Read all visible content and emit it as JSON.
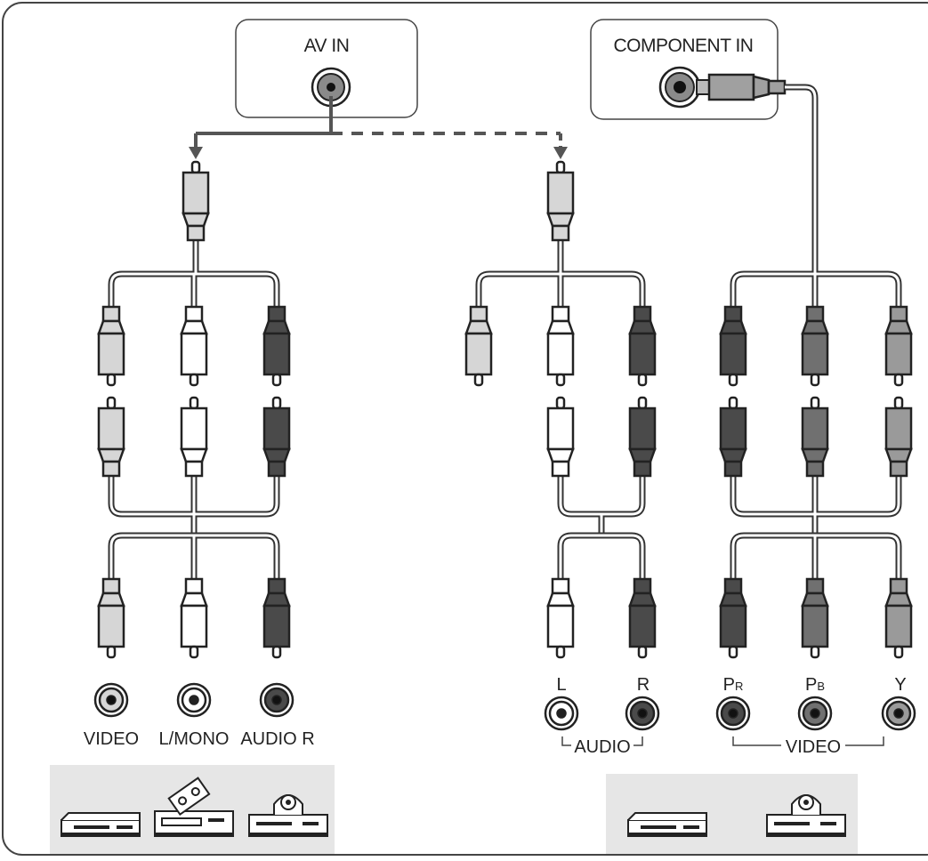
{
  "ports": {
    "av_in": "AV IN",
    "component_in": "COMPONENT IN"
  },
  "left_labels": {
    "video": "VIDEO",
    "l_mono": "L/MONO",
    "audio_r": "AUDIO R"
  },
  "right_labels": {
    "l": "L",
    "r": "R",
    "pr_main": "P",
    "pr_sub": "R",
    "pb_main": "P",
    "pb_sub": "B",
    "y": "Y",
    "audio_group": "AUDIO",
    "video_group": "VIDEO"
  },
  "devices": {
    "left": [
      "dvd-player-icon",
      "vcr-icon",
      "disc-player-icon"
    ],
    "right": [
      "dvd-player-icon",
      "disc-player-icon"
    ]
  },
  "colors": {
    "yellow_plug": "#d6d6d6",
    "white_plug": "#ffffff",
    "red_plug": "#4a4a4a",
    "green_plug": "#9a9a9a",
    "blue_plug": "#707070",
    "panel_bg": "#e6e6e6",
    "line": "#555555"
  }
}
